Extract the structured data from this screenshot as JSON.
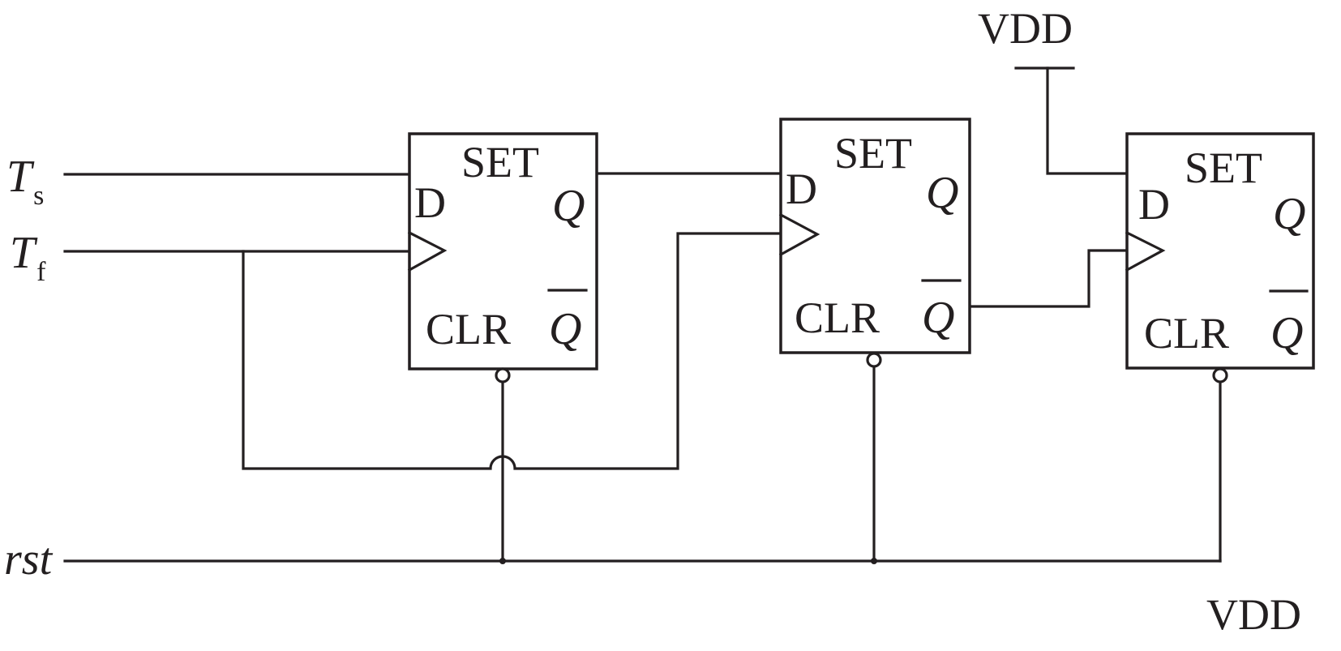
{
  "inputs": {
    "ts": {
      "main": "T",
      "sub": "s"
    },
    "tf": {
      "main": "T",
      "sub": "f"
    },
    "rst": "rst"
  },
  "flipflops": [
    {
      "set": "SET",
      "d": "D",
      "clr": "CLR",
      "q": "Q",
      "qbar": "Q"
    },
    {
      "set": "SET",
      "d": "D",
      "clr": "CLR",
      "q": "Q",
      "qbar": "Q"
    },
    {
      "set": "SET",
      "d": "D",
      "clr": "CLR",
      "q": "Q",
      "qbar": "Q"
    }
  ],
  "supply": {
    "top": "VDD",
    "bottom": "VDD"
  }
}
